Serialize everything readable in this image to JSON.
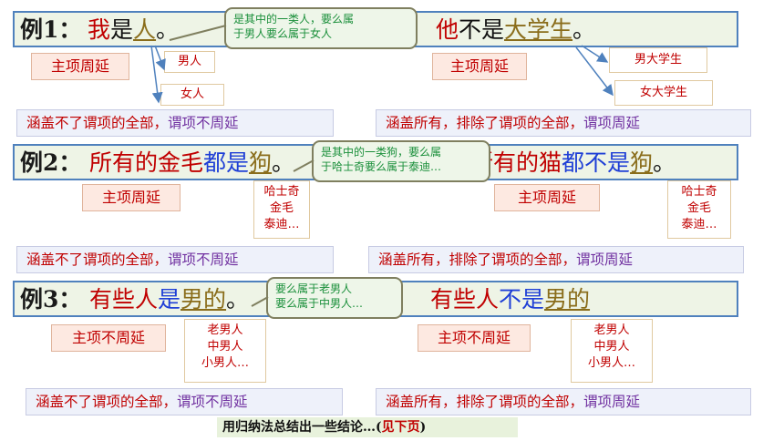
{
  "examples": [
    {
      "label": "例1：",
      "left_parts": [
        "我",
        "是",
        "人",
        "。"
      ],
      "right_parts": [
        "他",
        "不是",
        "大学生",
        "。"
      ],
      "callout": [
        "是其中的一类人，要么属",
        "于男人要么属于女人"
      ],
      "left_tag": "主项周延",
      "right_tag": "主项周延",
      "left_items": [
        "男人",
        "女人"
      ],
      "right_items": [
        "男大学生",
        "女大学生"
      ],
      "left_cover": [
        "涵盖不了谓项的全部，",
        "谓项不周延"
      ],
      "right_cover": [
        "涵盖所有，排除了谓项的全部，",
        "谓项周延"
      ]
    },
    {
      "label": "例2：",
      "left_parts": [
        "所有的金毛",
        "都是",
        "狗",
        "。"
      ],
      "right_parts": [
        "所有的猫",
        "都不是",
        "狗",
        "。"
      ],
      "callout": [
        "是其中的一类狗，要么属",
        "于哈士奇要么属于泰迪…"
      ],
      "left_tag": "主项周延",
      "right_tag": "主项周延",
      "left_items": [
        "哈士奇",
        "金毛",
        "泰迪…"
      ],
      "right_items": [
        "哈士奇",
        "金毛",
        "泰迪…"
      ],
      "left_cover": [
        "涵盖不了谓项的全部，",
        "谓项不周延"
      ],
      "right_cover": [
        "涵盖所有，排除了谓项的全部，",
        "谓项周延"
      ]
    },
    {
      "label": "例3：",
      "left_parts": [
        "有些人",
        "是",
        "男的",
        "。"
      ],
      "right_parts": [
        "有些人",
        "不是",
        "男的"
      ],
      "callout": [
        "要么属于老男人",
        "要么属于中男人…"
      ],
      "left_tag": "主项不周延",
      "right_tag": "主项不周延",
      "left_items": [
        "老男人",
        "中男人",
        "小男人…"
      ],
      "right_items": [
        "老男人",
        "中男人",
        "小男人…"
      ],
      "left_cover": [
        "涵盖不了谓项的全部，",
        "谓项不周延"
      ],
      "right_cover": [
        "涵盖所有，排除了谓项的全部，",
        "谓项周延"
      ]
    }
  ],
  "footer": {
    "main": "用归纳法总结出一些结论…(",
    "highlight": "见下页",
    "end": ")"
  }
}
